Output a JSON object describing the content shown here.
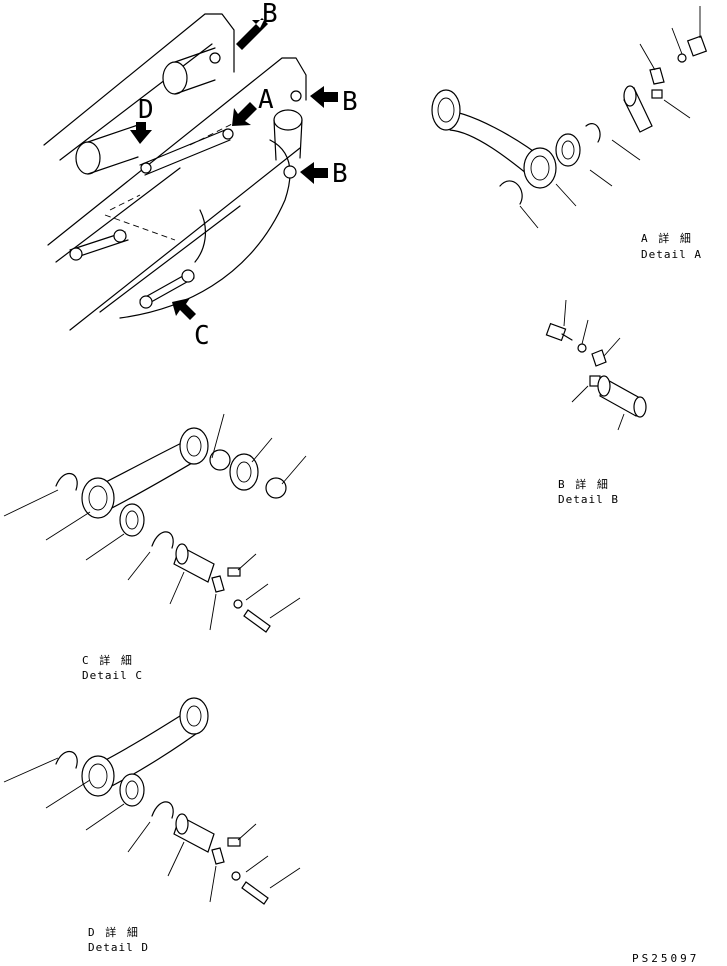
{
  "callouts": {
    "a": "A",
    "b": "B",
    "c": "C",
    "d": "D"
  },
  "details": {
    "a": {
      "jp": "A 詳 細",
      "en": "Detail A"
    },
    "b": {
      "jp": "B 詳 細",
      "en": "Detail B"
    },
    "c": {
      "jp": "C 詳 細",
      "en": "Detail C"
    },
    "d": {
      "jp": "D 詳 細",
      "en": "Detail D"
    }
  },
  "drawing_code": "PS25097"
}
